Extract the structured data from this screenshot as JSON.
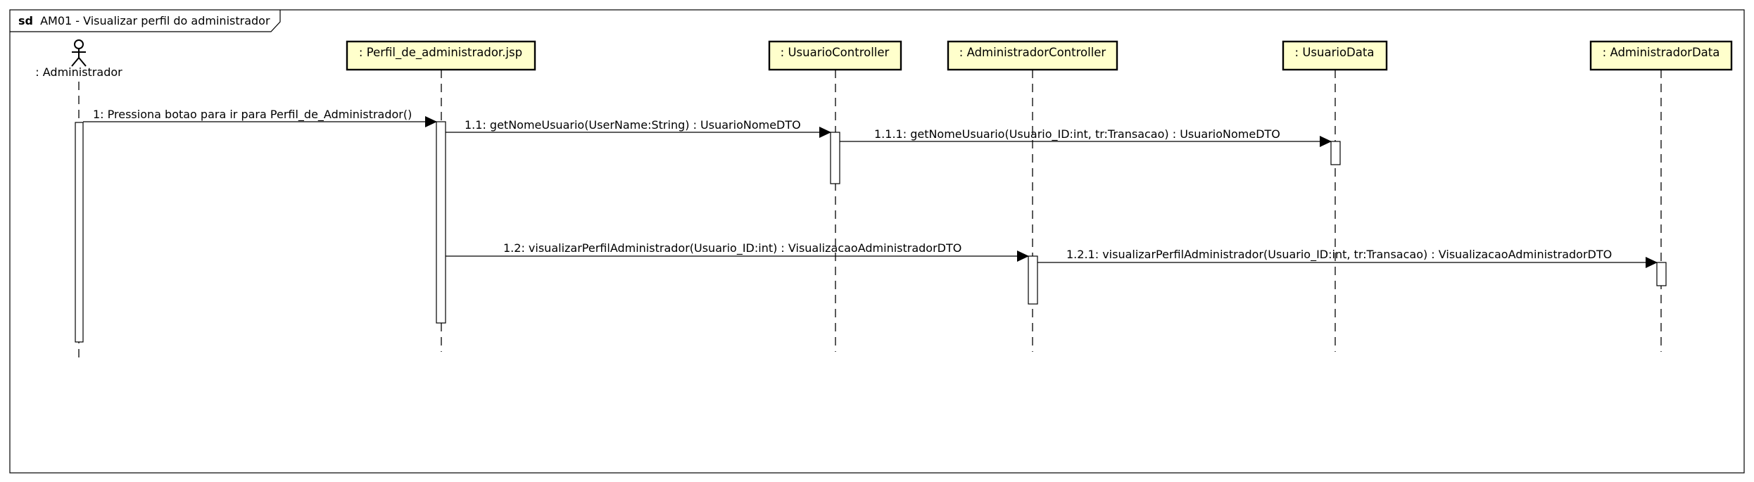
{
  "frame": {
    "keyword": "sd",
    "title": "AM01 - Visualizar perfil do administrador"
  },
  "actor": {
    "name": ": Administrador"
  },
  "lifelines": [
    {
      "name": ": Perfil_de_administrador.jsp"
    },
    {
      "name": ": UsuarioController"
    },
    {
      "name": ": AdministradorController"
    },
    {
      "name": ": UsuarioData"
    },
    {
      "name": ": AdministradorData"
    }
  ],
  "messages": [
    {
      "label": "1: Pressiona botao para ir para Perfil_de_Administrador()"
    },
    {
      "label": "1.1: getNomeUsuario(UserName:String) : UsuarioNomeDTO"
    },
    {
      "label": "1.1.1: getNomeUsuario(Usuario_ID:int, tr:Transacao) : UsuarioNomeDTO"
    },
    {
      "label": "1.2: visualizarPerfilAdministrador(Usuario_ID:int) : VisualizacaoAdministradorDTO"
    },
    {
      "label": "1.2.1: visualizarPerfilAdministrador(Usuario_ID:int, tr:Transacao) : VisualizacaoAdministradorDTO"
    }
  ],
  "colors": {
    "lifeline_box_fill": "#ffffcc",
    "stroke": "#000000",
    "background": "#ffffff"
  }
}
